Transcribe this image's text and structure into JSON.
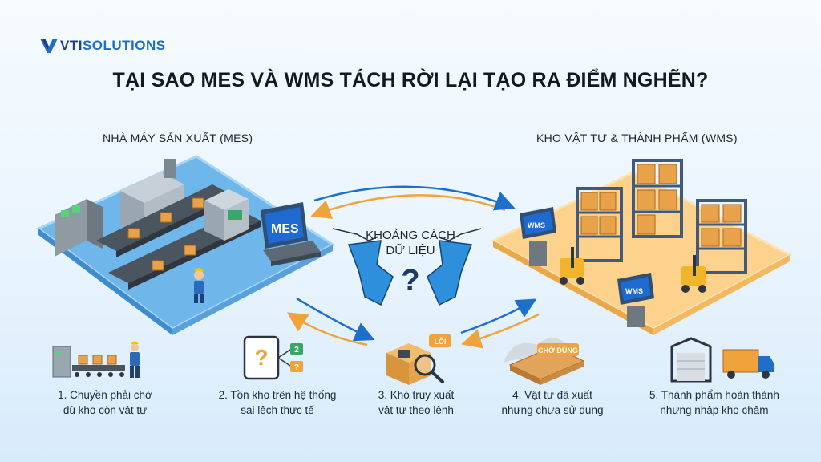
{
  "brand": {
    "name_part1": "VTI",
    "name_part2": "SOLUTIONS"
  },
  "title": "TẠI SAO MES VÀ WMS TÁCH RỜI LẠI TẠO RA ĐIỂM NGHẼN?",
  "mes_section": {
    "title": "NHÀ MÁY SẢN XUẤT (MES)",
    "screen_label": "MES"
  },
  "wms_section": {
    "title": "KHO VẬT TƯ & THÀNH PHẨM (WMS)",
    "screen_label": "WMS"
  },
  "gap": {
    "line1": "KHOẢNG CÁCH",
    "line2": "DỮ LIỆU",
    "symbol": "?"
  },
  "badges": {
    "error": "LỖI",
    "waiting": "CHỜ DÙNG"
  },
  "steps": [
    {
      "line1": "1. Chuyền phải chờ",
      "line2": "dù kho còn vật tư"
    },
    {
      "line1": "2. Tồn kho trên hệ thống",
      "line2": "sai lệch thực tế"
    },
    {
      "line1": "3. Khó truy xuất",
      "line2": "vật tư theo lệnh"
    },
    {
      "line1": "4. Vật tư đã xuất",
      "line2": "nhưng chưa sử dụng"
    },
    {
      "line1": "5. Thành phẩm hoàn thành",
      "line2": "nhưng nhập kho chậm"
    }
  ],
  "icon2": {
    "num_top": "2",
    "num_bottom": "?",
    "symbol": "?"
  },
  "colors": {
    "blue": "#1d6fc9",
    "orange": "#f0a33a",
    "mes_floor": "#6fb6ea",
    "wms_floor": "#fcd28c"
  }
}
